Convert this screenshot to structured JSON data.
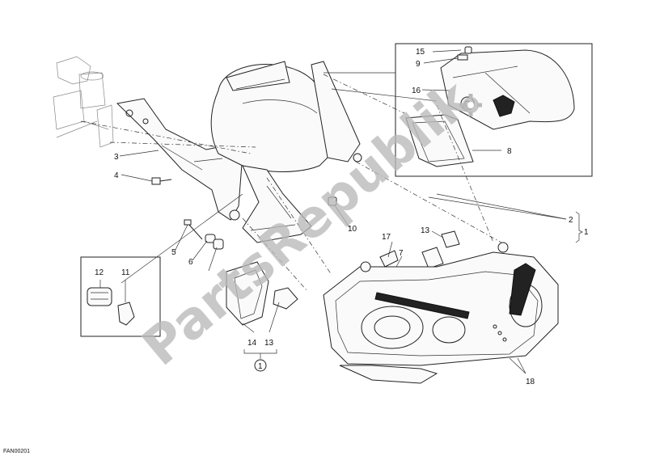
{
  "diagram": {
    "callouts": [
      "1",
      "2",
      "3",
      "4",
      "5",
      "6",
      "7",
      "8",
      "9",
      "10",
      "11",
      "12",
      "13",
      "13",
      "14",
      "15",
      "16",
      "17",
      "18"
    ],
    "group_marker": "1",
    "watermark": "PartsRepublik",
    "code": "FAN00201"
  }
}
